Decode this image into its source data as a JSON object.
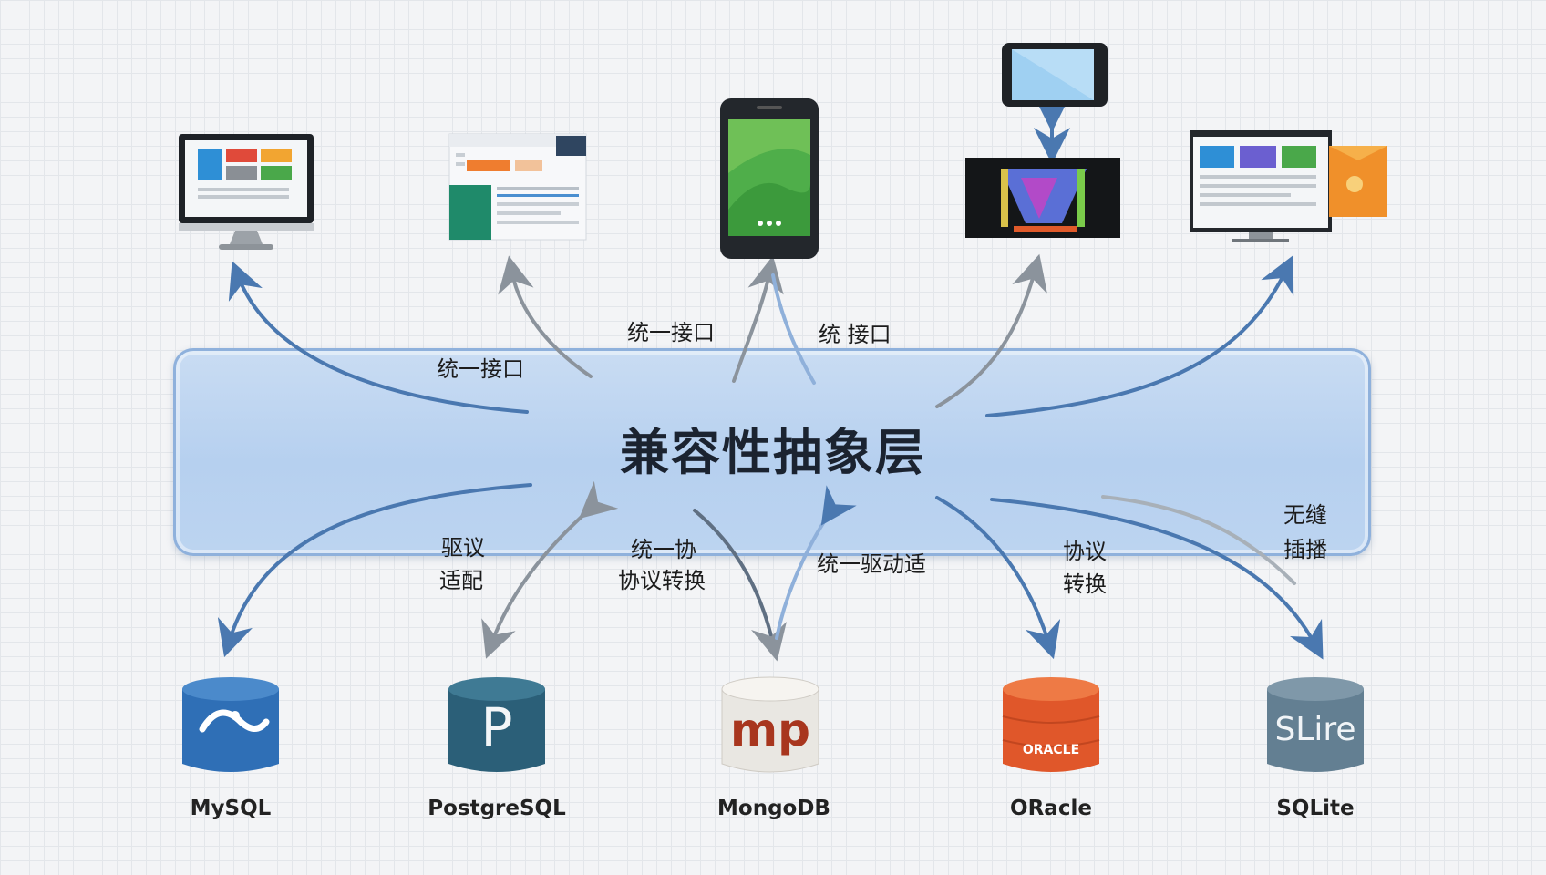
{
  "diagram": {
    "center_label": "兼容性抽象层",
    "top_labels": [
      "统一接口",
      "统一接口",
      "统  接口"
    ],
    "bottom_labels": [
      [
        "驱议",
        "适配"
      ],
      [
        "统一协",
        "协议转换"
      ],
      [
        "统一驱动适"
      ],
      [
        "协议",
        "转换"
      ],
      [
        "无缝",
        "插播"
      ]
    ],
    "databases": [
      {
        "name": "MySQL",
        "color": "#2f6fb6"
      },
      {
        "name": "PostgreSQL",
        "color": "#2b5f78"
      },
      {
        "name": "MongoDB",
        "color": "#e9e7e2"
      },
      {
        "name": "ORacle",
        "color": "#e0572a"
      },
      {
        "name": "SQLite",
        "color": "#637f92"
      }
    ],
    "db_logo_text": {
      "mongo": "mp",
      "oracle": "ORACLE",
      "sqlite": "SLire"
    },
    "arrow_colors": {
      "blue": "#4a78b0",
      "gray": "#8b939c"
    },
    "clients": [
      {
        "icon": "desktop-monitor-icon"
      },
      {
        "icon": "web-dashboard-icon"
      },
      {
        "icon": "smartphone-icon"
      },
      {
        "icon": "tablet-and-console-icon"
      },
      {
        "icon": "web-app-with-folder-icon"
      }
    ]
  }
}
